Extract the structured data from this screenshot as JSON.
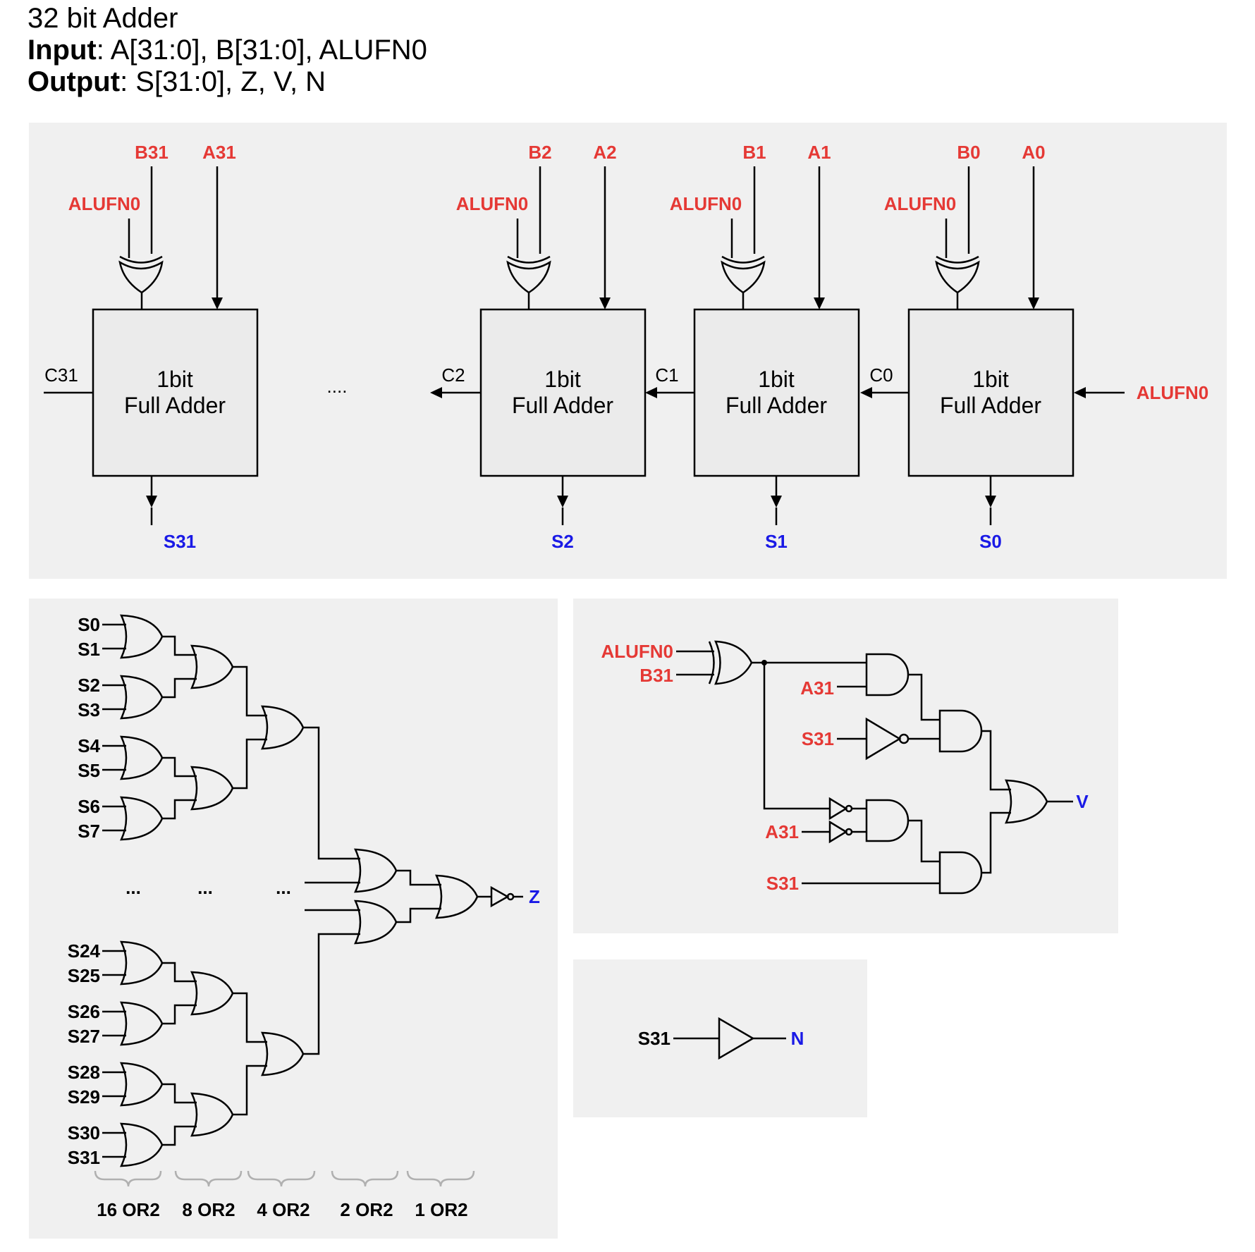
{
  "header": {
    "title": "32 bit Adder",
    "input_label": "Input",
    "input_value": ": A[31:0], B[31:0], ALUFN0",
    "output_label": "Output",
    "output_value": ": S[31:0], Z, V, N"
  },
  "adder": {
    "block_line1": "1bit",
    "block_line2": "Full Adder",
    "control": "ALUFN0",
    "carry_in": "ALUFN0",
    "ellipsis": "....",
    "stages": [
      {
        "b": "B31",
        "a": "A31",
        "s": "S31",
        "c": "C31"
      },
      {
        "b": "B2",
        "a": "A2",
        "s": "S2",
        "c": "C2"
      },
      {
        "b": "B1",
        "a": "A1",
        "s": "S1",
        "c": "C1"
      },
      {
        "b": "B0",
        "a": "A0",
        "s": "S0",
        "c": "C0"
      }
    ]
  },
  "zero": {
    "inputs_top": [
      "S0",
      "S1",
      "S2",
      "S3",
      "S4",
      "S5",
      "S6",
      "S7"
    ],
    "inputs_bottom": [
      "S24",
      "S25",
      "S26",
      "S27",
      "S28",
      "S29",
      "S30",
      "S31"
    ],
    "ellipses": [
      "...",
      "...",
      "..."
    ],
    "output": "Z",
    "levels": [
      "16 OR2",
      "8 OR2",
      "4 OR2",
      "2 OR2",
      "1 OR2"
    ]
  },
  "overflow": {
    "xor_in1": "ALUFN0",
    "xor_in2": "B31",
    "and1_in": "A31",
    "inv1_in": "S31",
    "and3_in": "A31",
    "and4_in": "S31",
    "output": "V"
  },
  "negative": {
    "input": "S31",
    "output": "N"
  }
}
